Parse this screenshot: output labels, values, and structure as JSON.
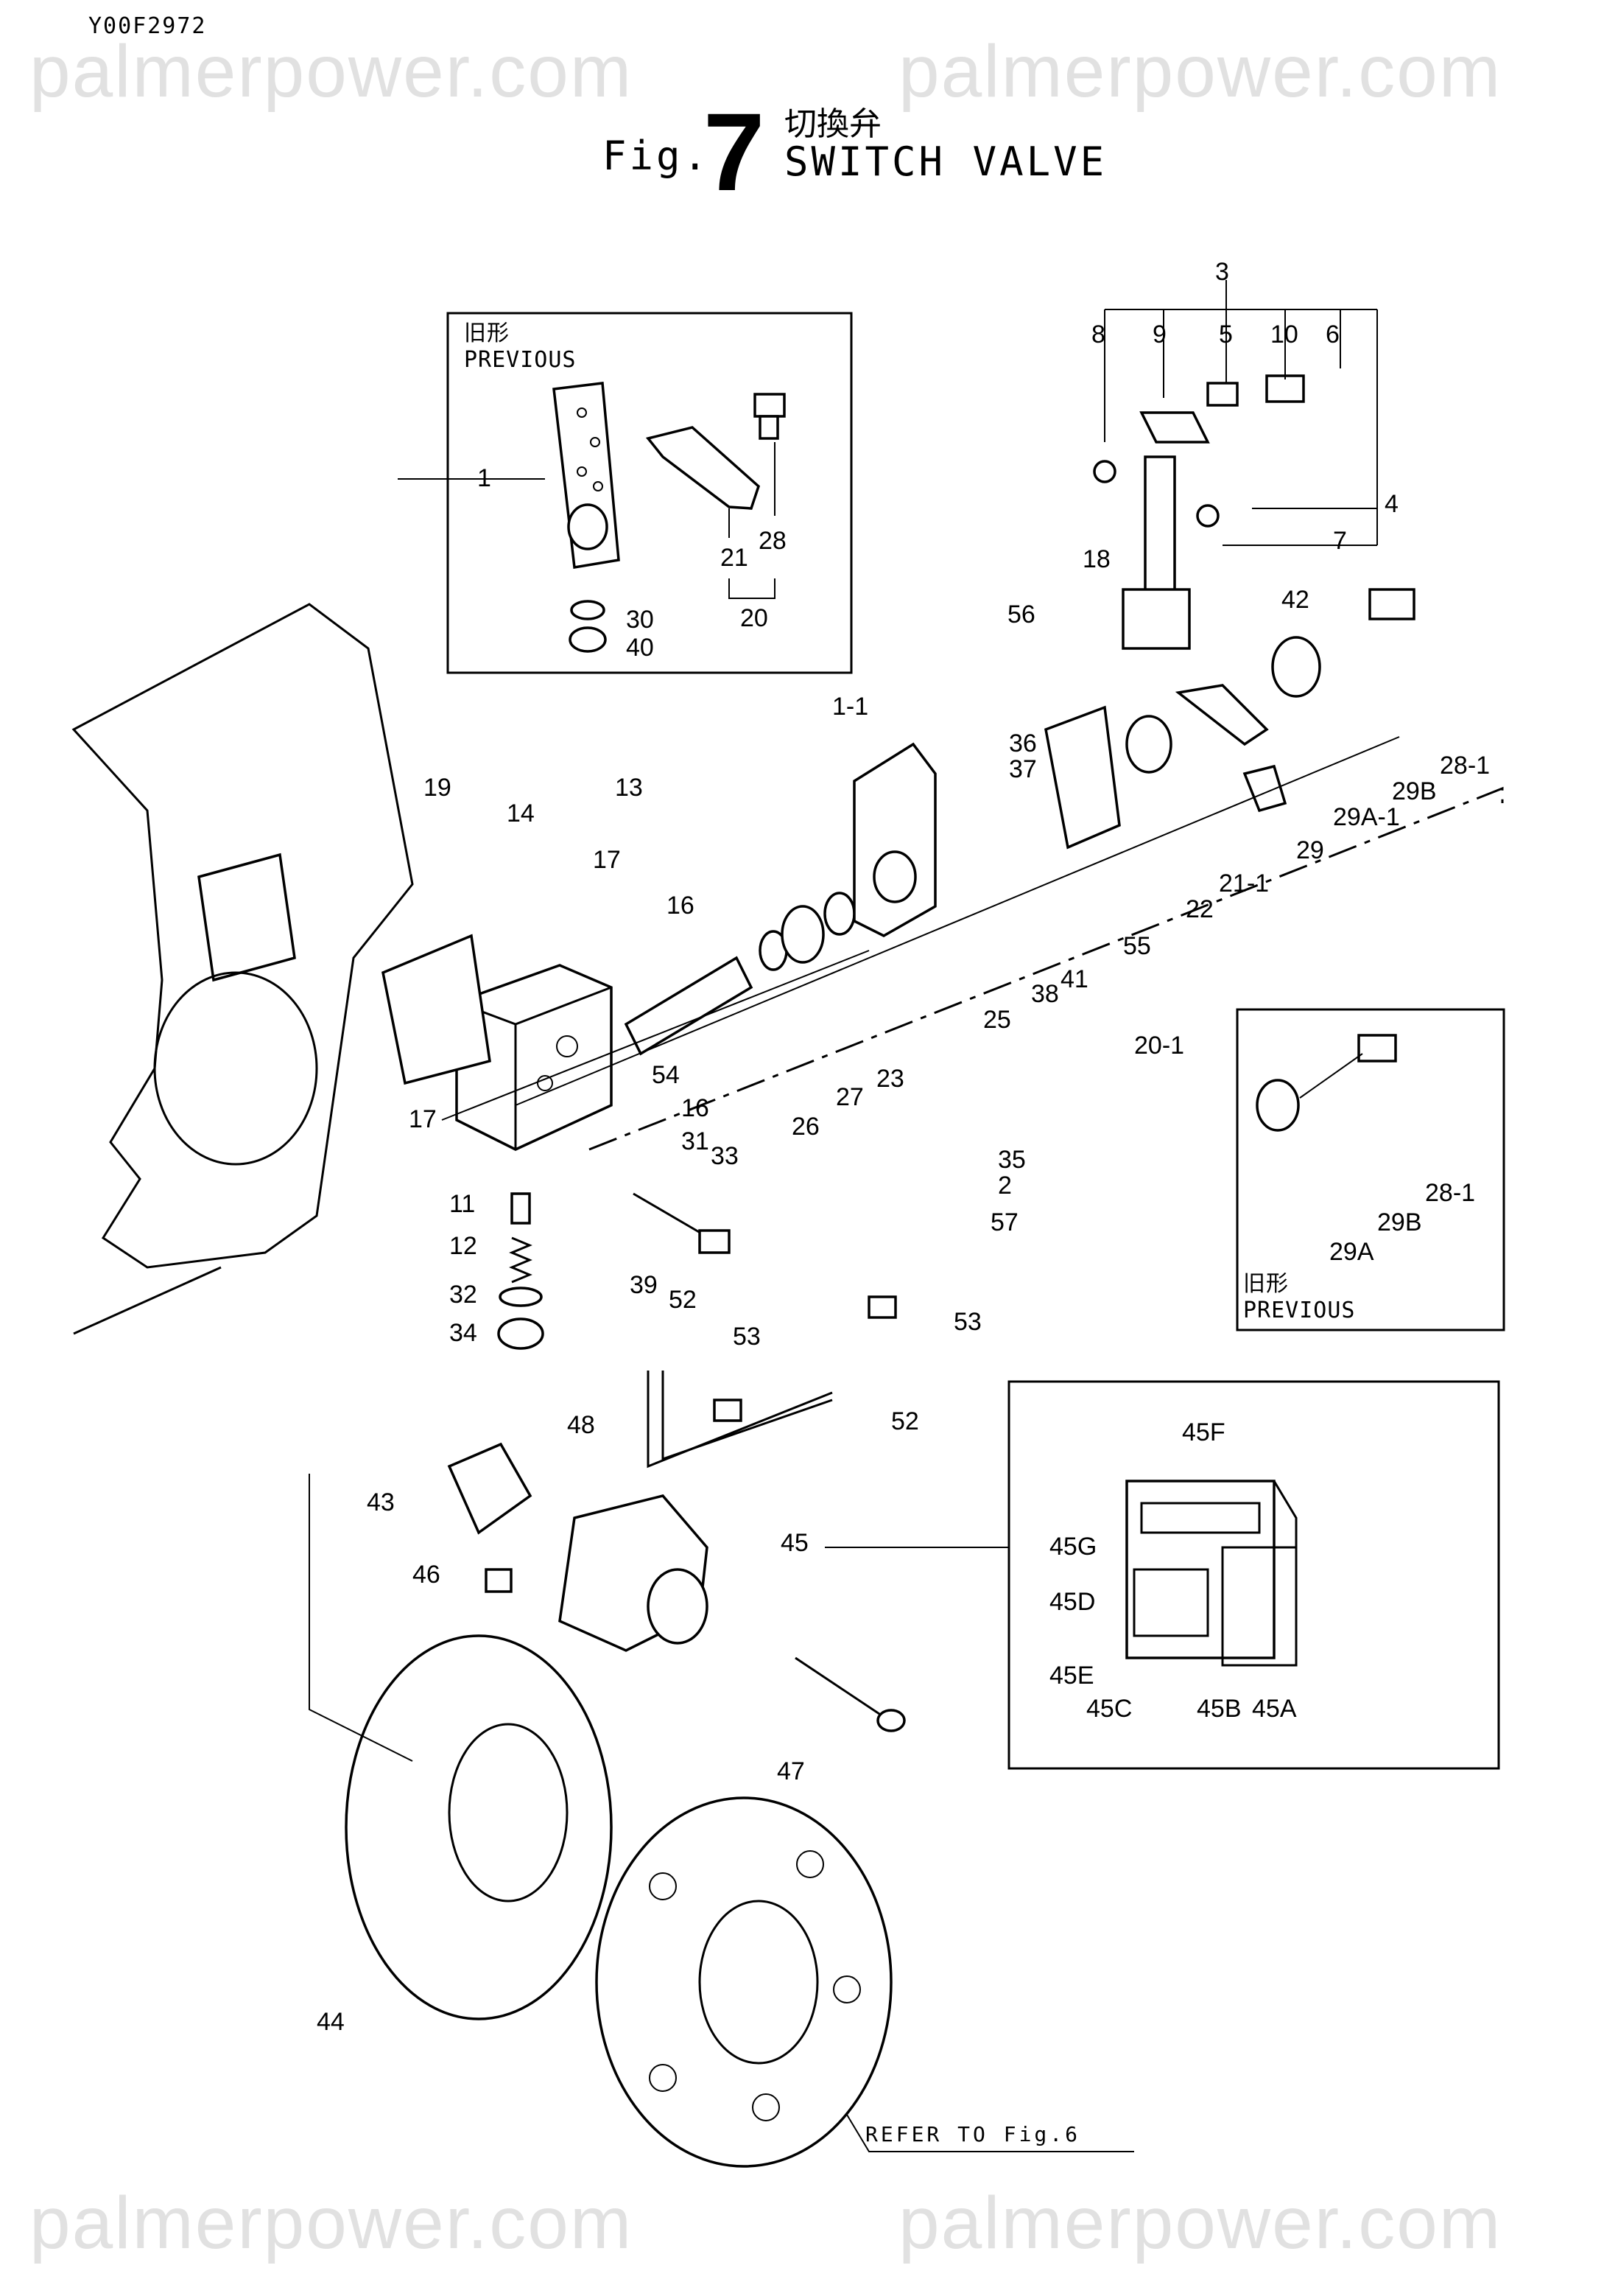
{
  "doc_code": "Y00F2972",
  "watermark": "palmerpower.com",
  "figure": {
    "prefix": "Fig.",
    "number": "7",
    "title_jp": "切換弁",
    "title_en": "SWITCH VALVE"
  },
  "previous_box_top": {
    "jp": "旧形",
    "en": "PREVIOUS"
  },
  "previous_box_right": {
    "jp": "旧形",
    "en": "PREVIOUS"
  },
  "refer_note": "REFER TO Fig.6",
  "part_numbers": {
    "p1": "1",
    "p1_1": "1-1",
    "p2": "2",
    "p3": "3",
    "p4": "4",
    "p5": "5",
    "p6": "6",
    "p7": "7",
    "p8": "8",
    "p9": "9",
    "p10": "10",
    "p11": "11",
    "p12": "12",
    "p13": "13",
    "p14": "14",
    "p16a": "16",
    "p16b": "16",
    "p17a": "17",
    "p17b": "17",
    "p18": "18",
    "p19": "19",
    "p20": "20",
    "p20_1": "20-1",
    "p21": "21",
    "p21_1": "21-1",
    "p22": "22",
    "p23": "23",
    "p25": "25",
    "p26": "26",
    "p27": "27",
    "p28": "28",
    "p28_1a": "28-1",
    "p28_1b": "28-1",
    "p29": "29",
    "p29a": "29A",
    "p29a_1": "29A-1",
    "p29b_a": "29B",
    "p29b_b": "29B",
    "p30": "30",
    "p31": "31",
    "p32": "32",
    "p33": "33",
    "p34": "34",
    "p35": "35",
    "p36": "36",
    "p37": "37",
    "p38": "38",
    "p39": "39",
    "p40": "40",
    "p41": "41",
    "p42": "42",
    "p43": "43",
    "p44": "44",
    "p45": "45",
    "p45a": "45A",
    "p45b": "45B",
    "p45c": "45C",
    "p45d": "45D",
    "p45e": "45E",
    "p45f": "45F",
    "p45g": "45G",
    "p46": "46",
    "p47": "47",
    "p48": "48",
    "p52a": "52",
    "p52b": "52",
    "p53a": "53",
    "p53b": "53",
    "p54": "54",
    "p55": "55",
    "p56": "56",
    "p57": "57"
  }
}
